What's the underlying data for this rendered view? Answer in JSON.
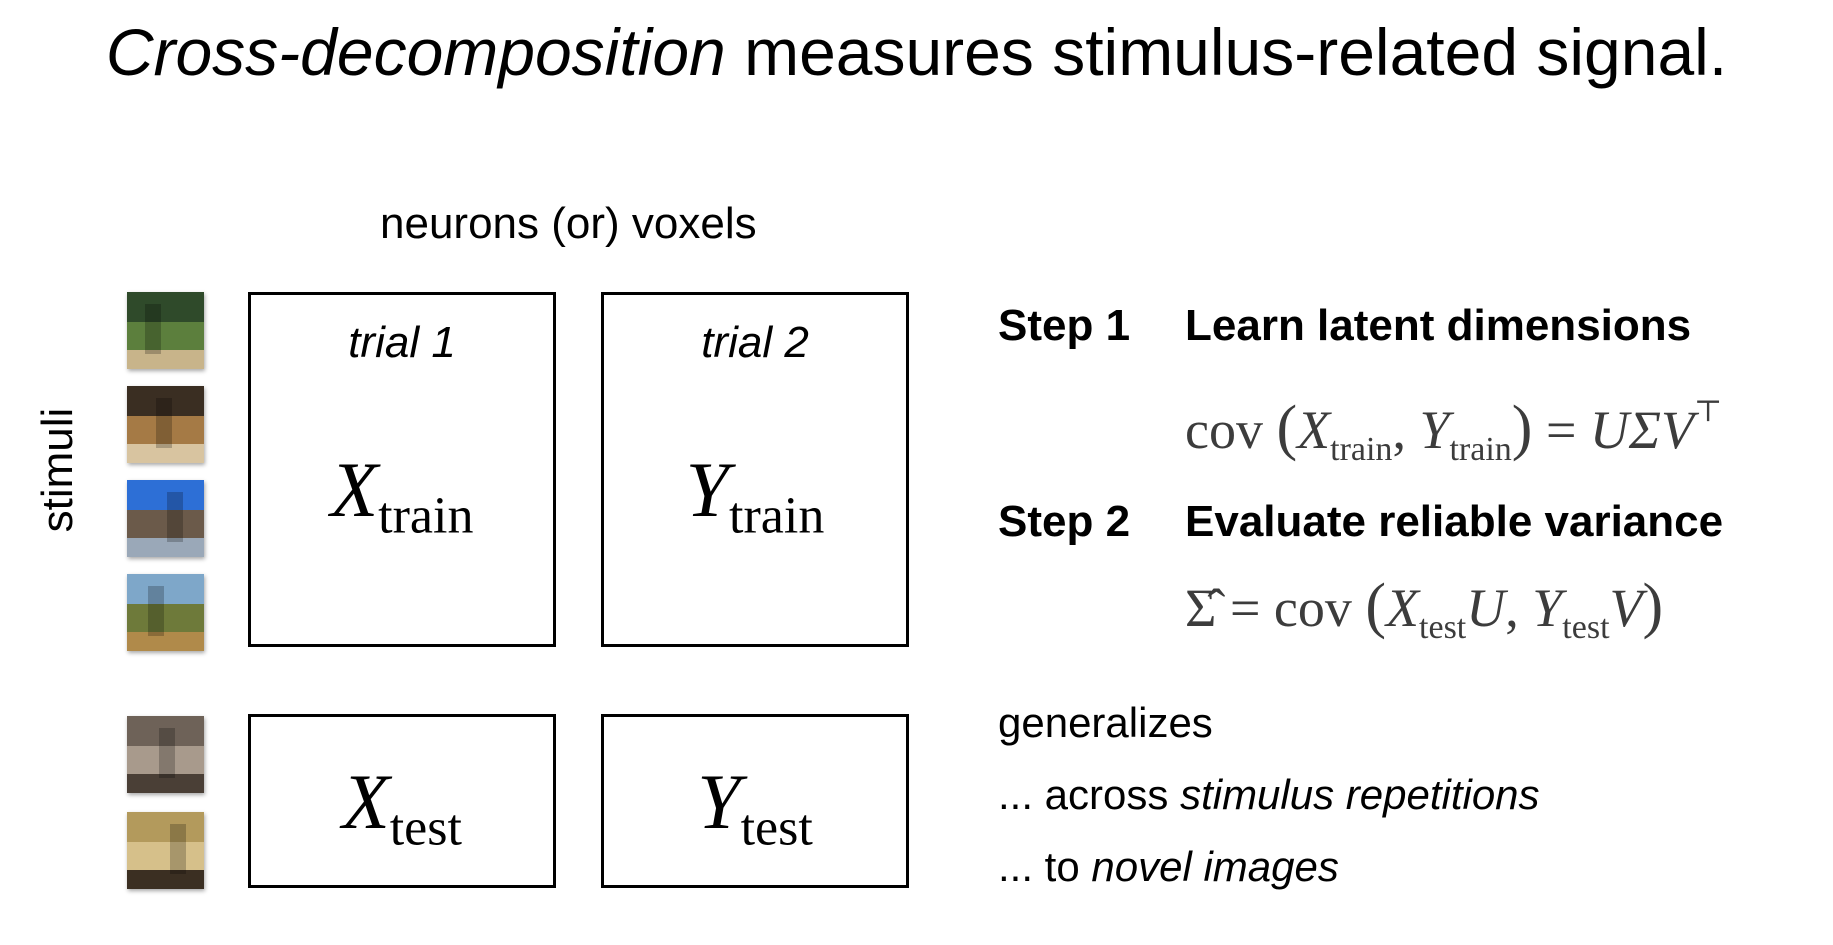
{
  "title": {
    "emphasis": "Cross-decomposition",
    "rest": " measures stimulus-related signal."
  },
  "labels": {
    "columns": "neurons (or) voxels",
    "rows": "stimuli"
  },
  "thumbnails": [
    {
      "name": "baseball-field-thumbnail",
      "colors": [
        "#2f4a2a",
        "#5c7f3d",
        "#c8b48a"
      ]
    },
    {
      "name": "baseball-players-thumbnail",
      "colors": [
        "#3a2e22",
        "#a57a45",
        "#d8c4a0"
      ]
    },
    {
      "name": "tower-thumbnail",
      "colors": [
        "#2d6fd6",
        "#6b5a4a",
        "#9aa8b8"
      ]
    },
    {
      "name": "giraffes-thumbnail",
      "colors": [
        "#7ea7c9",
        "#6e7a3a",
        "#b08a4a"
      ]
    },
    {
      "name": "train-tracks-thumbnail",
      "colors": [
        "#6e6258",
        "#a89a8c",
        "#4a3f36"
      ]
    },
    {
      "name": "room-interior-thumbnail",
      "colors": [
        "#b39a5c",
        "#d6c08a",
        "#3b2f22"
      ]
    }
  ],
  "boxes": {
    "train_x": {
      "trial": "trial 1",
      "var": "X",
      "sub": "train"
    },
    "train_y": {
      "trial": "trial 2",
      "var": "Y",
      "sub": "train"
    },
    "test_x": {
      "var": "X",
      "sub": "test"
    },
    "test_y": {
      "var": "Y",
      "sub": "test"
    }
  },
  "steps": [
    {
      "key": "Step 1",
      "label": "Learn latent dimensions",
      "formula": {
        "cov": "cov",
        "x": "X",
        "x_sub": "train",
        "y": "Y",
        "y_sub": "train",
        "rhs": "UΣV",
        "sup": "⊤"
      }
    },
    {
      "key": "Step 2",
      "label": "Evaluate reliable variance",
      "formula": {
        "lhs": "Σ̂",
        "cov": "cov",
        "x": "X",
        "x_sub": "test",
        "u": "U",
        "y": "Y",
        "y_sub": "test",
        "v": "V"
      }
    }
  ],
  "generalizes": {
    "heading": "generalizes",
    "line1_prefix": "... across ",
    "line1_em": "stimulus repetitions",
    "line2_prefix": "... to ",
    "line2_em": "novel images"
  }
}
